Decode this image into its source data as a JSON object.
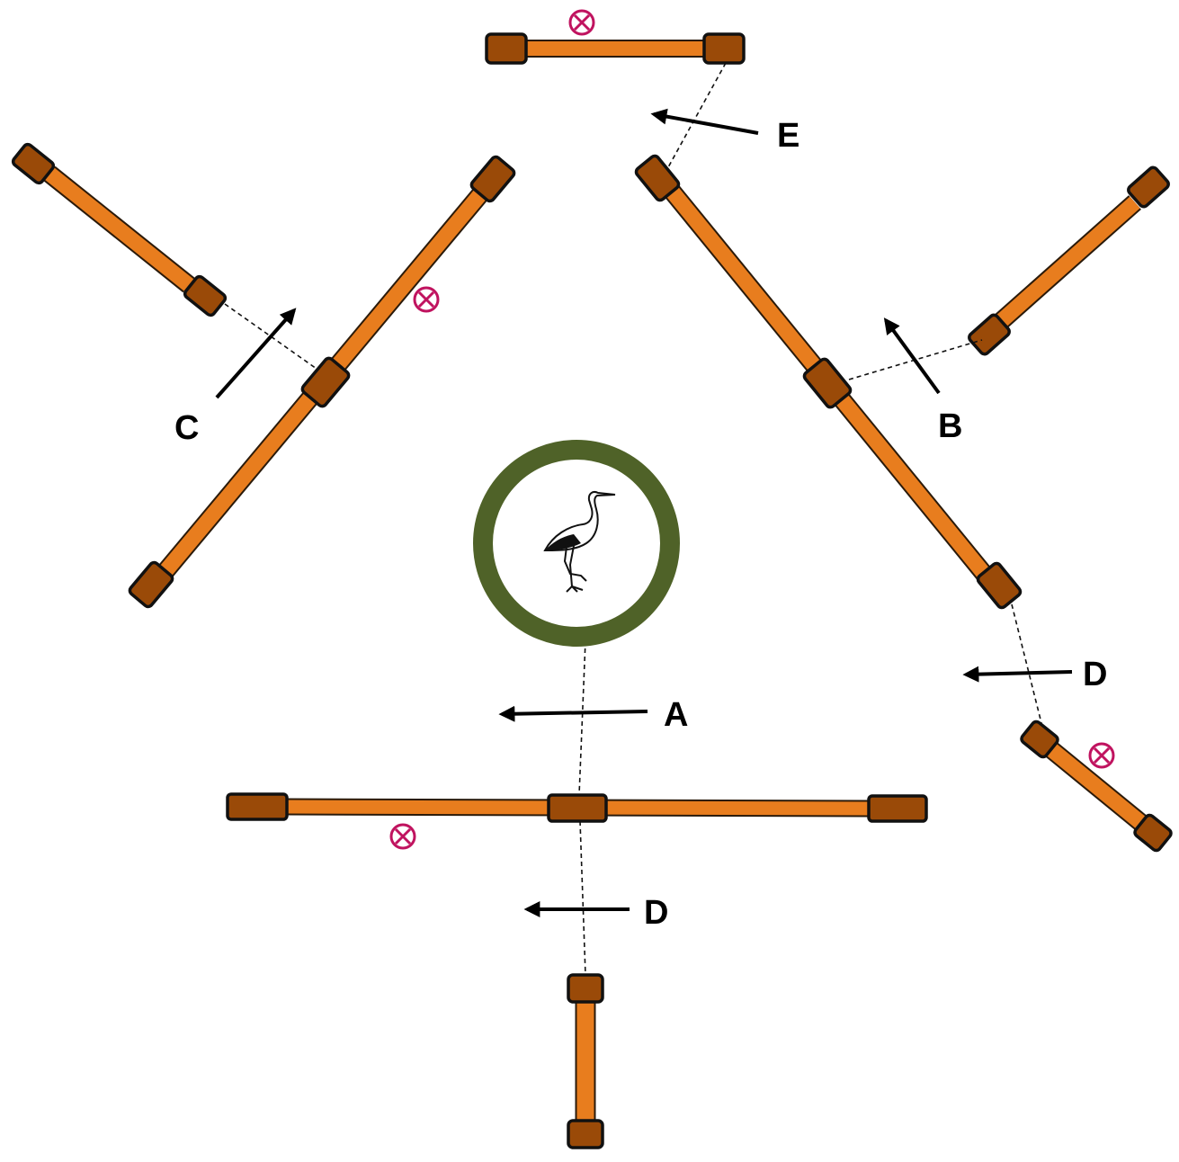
{
  "labels": {
    "a": "A",
    "b": "B",
    "c": "C",
    "d_lower": "D",
    "d_right": "D",
    "e": "E"
  },
  "icons": {
    "center_emblem": "stork-icon",
    "marker": "circled-x-icon"
  },
  "colors": {
    "rope": "#e87d1e",
    "block": "#9a4a08",
    "ring": "#4f6228",
    "marker": "#c0135f"
  }
}
